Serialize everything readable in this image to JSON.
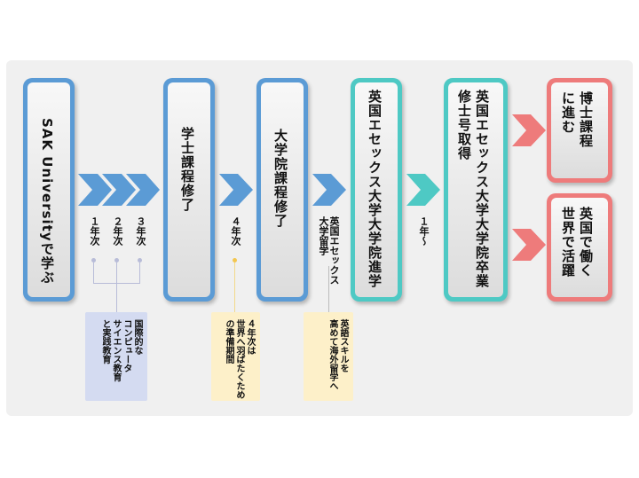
{
  "stages": [
    {
      "label": "SAK Universityで学ぶ"
    },
    {
      "label": "学士課程修了"
    },
    {
      "label": "大学院課程修了"
    },
    {
      "label": "英国エセックス大学大学院進学"
    },
    {
      "label": "英国エセックス大学大学院卒業\n修士号取得"
    }
  ],
  "outcomes": [
    {
      "label": "博士課程\nに進む"
    },
    {
      "label": "英国で働く\n世界で活躍"
    }
  ],
  "years": {
    "y1": "１年次",
    "y2": "２年次",
    "y3": "３年次",
    "y4": "４年次",
    "study_abroad": "英国エセックス\n大学留学",
    "after": "１年〜"
  },
  "notes": {
    "n1": "国際的な\nコンピュータ\nサイエンス教育\nと実践教育",
    "n2": "４年次は\n世界へ羽ばたくため\nの準備期間",
    "n3": "英語スキルを\n高めて海外留学へ"
  },
  "colors": {
    "blue": "#5b9bd5",
    "teal": "#4ec9c4",
    "red": "#ee7b7b"
  }
}
